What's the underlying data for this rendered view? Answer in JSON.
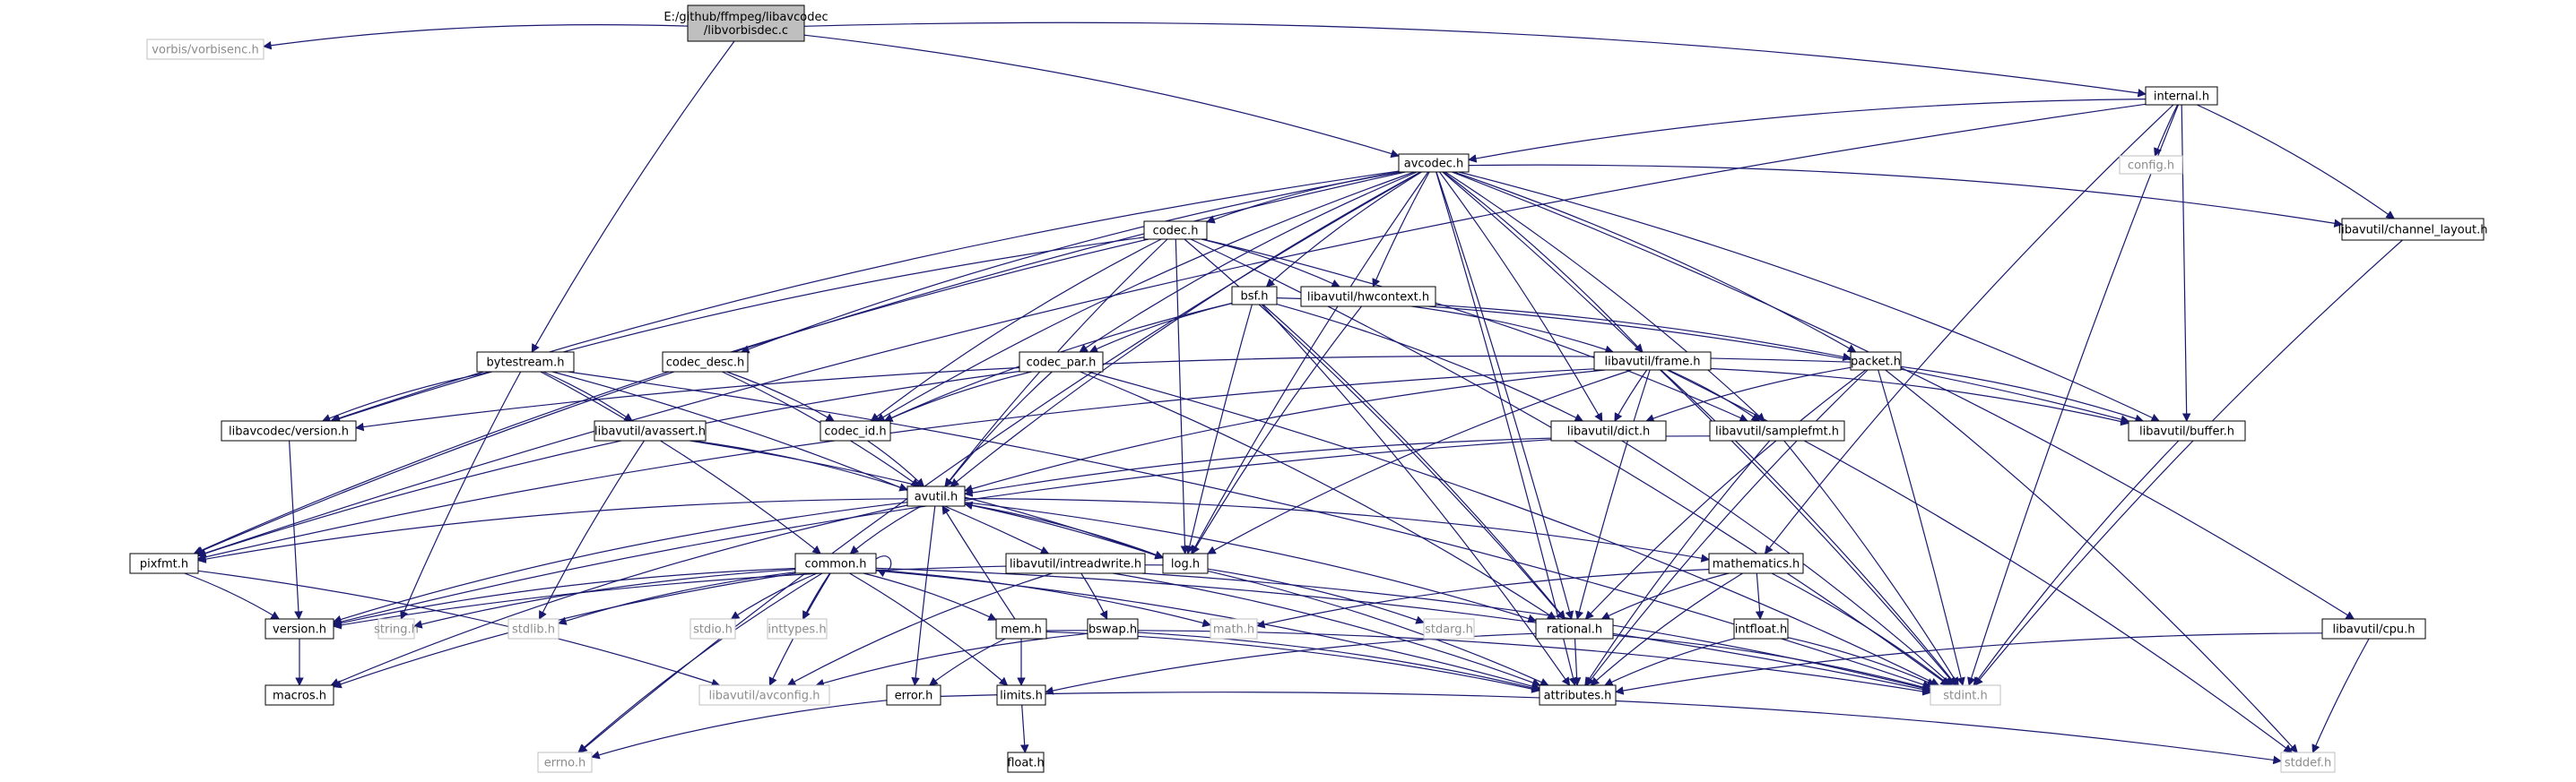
{
  "graph": {
    "colors": {
      "edge": "#191970",
      "border": "#000000",
      "external_border": "#bfbfbf",
      "root_fill": "#bfbfbf"
    },
    "nodes": [
      {
        "id": "root",
        "lines": [
          "E:/github/ffmpeg/libavcodec",
          "/libvorbisdec.c"
        ],
        "kind": "root"
      },
      {
        "id": "vorbisenc",
        "lines": [
          "vorbis/vorbisenc.h"
        ],
        "kind": "external"
      },
      {
        "id": "internal",
        "lines": [
          "internal.h"
        ],
        "kind": "local"
      },
      {
        "id": "config",
        "lines": [
          "config.h"
        ],
        "kind": "external"
      },
      {
        "id": "avcodec",
        "lines": [
          "avcodec.h"
        ],
        "kind": "local"
      },
      {
        "id": "codec",
        "lines": [
          "codec.h"
        ],
        "kind": "local"
      },
      {
        "id": "channel_layout",
        "lines": [
          "libavutil/channel_layout.h"
        ],
        "kind": "local"
      },
      {
        "id": "bsf",
        "lines": [
          "bsf.h"
        ],
        "kind": "local"
      },
      {
        "id": "hwcontext",
        "lines": [
          "libavutil/hwcontext.h"
        ],
        "kind": "local"
      },
      {
        "id": "bytestream",
        "lines": [
          "bytestream.h"
        ],
        "kind": "local"
      },
      {
        "id": "codec_desc",
        "lines": [
          "codec_desc.h"
        ],
        "kind": "local"
      },
      {
        "id": "codec_par",
        "lines": [
          "codec_par.h"
        ],
        "kind": "local"
      },
      {
        "id": "frame",
        "lines": [
          "libavutil/frame.h"
        ],
        "kind": "local"
      },
      {
        "id": "packet",
        "lines": [
          "packet.h"
        ],
        "kind": "local"
      },
      {
        "id": "lavc_version",
        "lines": [
          "libavcodec/version.h"
        ],
        "kind": "local"
      },
      {
        "id": "avassert",
        "lines": [
          "libavutil/avassert.h"
        ],
        "kind": "local"
      },
      {
        "id": "codec_id",
        "lines": [
          "codec_id.h"
        ],
        "kind": "local"
      },
      {
        "id": "dict",
        "lines": [
          "libavutil/dict.h"
        ],
        "kind": "local"
      },
      {
        "id": "samplefmt",
        "lines": [
          "libavutil/samplefmt.h"
        ],
        "kind": "local"
      },
      {
        "id": "buffer",
        "lines": [
          "libavutil/buffer.h"
        ],
        "kind": "local"
      },
      {
        "id": "avutil",
        "lines": [
          "avutil.h"
        ],
        "kind": "local"
      },
      {
        "id": "pixfmt",
        "lines": [
          "pixfmt.h"
        ],
        "kind": "local"
      },
      {
        "id": "common",
        "lines": [
          "common.h"
        ],
        "kind": "local"
      },
      {
        "id": "intreadwrite",
        "lines": [
          "libavutil/intreadwrite.h"
        ],
        "kind": "local"
      },
      {
        "id": "log",
        "lines": [
          "log.h"
        ],
        "kind": "local"
      },
      {
        "id": "mathematics",
        "lines": [
          "mathematics.h"
        ],
        "kind": "local"
      },
      {
        "id": "version",
        "lines": [
          "version.h"
        ],
        "kind": "local"
      },
      {
        "id": "string",
        "lines": [
          "string.h"
        ],
        "kind": "external"
      },
      {
        "id": "stdlib",
        "lines": [
          "stdlib.h"
        ],
        "kind": "external"
      },
      {
        "id": "stdio",
        "lines": [
          "stdio.h"
        ],
        "kind": "external"
      },
      {
        "id": "inttypes",
        "lines": [
          "inttypes.h"
        ],
        "kind": "external"
      },
      {
        "id": "math",
        "lines": [
          "math.h"
        ],
        "kind": "external"
      },
      {
        "id": "mem",
        "lines": [
          "mem.h"
        ],
        "kind": "local"
      },
      {
        "id": "bswap",
        "lines": [
          "bswap.h"
        ],
        "kind": "local"
      },
      {
        "id": "stdarg",
        "lines": [
          "stdarg.h"
        ],
        "kind": "external"
      },
      {
        "id": "rational",
        "lines": [
          "rational.h"
        ],
        "kind": "local"
      },
      {
        "id": "intfloat",
        "lines": [
          "intfloat.h"
        ],
        "kind": "local"
      },
      {
        "id": "cpu",
        "lines": [
          "libavutil/cpu.h"
        ],
        "kind": "local"
      },
      {
        "id": "macros",
        "lines": [
          "macros.h"
        ],
        "kind": "local"
      },
      {
        "id": "avconfig",
        "lines": [
          "libavutil/avconfig.h"
        ],
        "kind": "external"
      },
      {
        "id": "error",
        "lines": [
          "error.h"
        ],
        "kind": "local"
      },
      {
        "id": "limits",
        "lines": [
          "limits.h"
        ],
        "kind": "local"
      },
      {
        "id": "attributes",
        "lines": [
          "attributes.h"
        ],
        "kind": "local"
      },
      {
        "id": "stdint",
        "lines": [
          "stdint.h"
        ],
        "kind": "external"
      },
      {
        "id": "errno",
        "lines": [
          "errno.h"
        ],
        "kind": "external"
      },
      {
        "id": "stddef",
        "lines": [
          "stddef.h"
        ],
        "kind": "external"
      },
      {
        "id": "float",
        "lines": [
          "float.h"
        ],
        "kind": "local"
      }
    ],
    "edges": [
      [
        "root",
        "vorbisenc"
      ],
      [
        "root",
        "internal"
      ],
      [
        "root",
        "avcodec"
      ],
      [
        "root",
        "bytestream"
      ],
      [
        "internal",
        "config"
      ],
      [
        "internal",
        "avcodec"
      ],
      [
        "internal",
        "channel_layout"
      ],
      [
        "internal",
        "buffer"
      ],
      [
        "internal",
        "mathematics"
      ],
      [
        "internal",
        "pixfmt"
      ],
      [
        "internal",
        "stdint"
      ],
      [
        "avcodec",
        "codec"
      ],
      [
        "avcodec",
        "bsf"
      ],
      [
        "avcodec",
        "hwcontext"
      ],
      [
        "avcodec",
        "codec_desc"
      ],
      [
        "avcodec",
        "codec_par"
      ],
      [
        "avcodec",
        "frame"
      ],
      [
        "avcodec",
        "packet"
      ],
      [
        "avcodec",
        "lavc_version"
      ],
      [
        "avcodec",
        "codec_id"
      ],
      [
        "avcodec",
        "dict"
      ],
      [
        "avcodec",
        "samplefmt"
      ],
      [
        "avcodec",
        "buffer"
      ],
      [
        "avcodec",
        "avutil"
      ],
      [
        "avcodec",
        "pixfmt"
      ],
      [
        "avcodec",
        "log"
      ],
      [
        "avcodec",
        "rational"
      ],
      [
        "avcodec",
        "attributes"
      ],
      [
        "avcodec",
        "channel_layout"
      ],
      [
        "avcodec",
        "cpu"
      ],
      [
        "avcodec",
        "errno"
      ],
      [
        "avcodec",
        "stdint"
      ],
      [
        "codec",
        "hwcontext"
      ],
      [
        "codec",
        "lavc_version"
      ],
      [
        "codec",
        "codec_id"
      ],
      [
        "codec",
        "avutil"
      ],
      [
        "codec",
        "pixfmt"
      ],
      [
        "codec",
        "log"
      ],
      [
        "codec",
        "rational"
      ],
      [
        "codec",
        "samplefmt"
      ],
      [
        "codec",
        "stdint"
      ],
      [
        "bsf",
        "codec_id"
      ],
      [
        "bsf",
        "codec_par"
      ],
      [
        "bsf",
        "packet"
      ],
      [
        "bsf",
        "dict"
      ],
      [
        "bsf",
        "log"
      ],
      [
        "bsf",
        "rational"
      ],
      [
        "bsf",
        "attributes"
      ],
      [
        "hwcontext",
        "frame"
      ],
      [
        "hwcontext",
        "buffer"
      ],
      [
        "hwcontext",
        "log"
      ],
      [
        "codec_desc",
        "codec_id"
      ],
      [
        "codec_desc",
        "avutil"
      ],
      [
        "codec_par",
        "codec_id"
      ],
      [
        "codec_par",
        "avutil"
      ],
      [
        "codec_par",
        "pixfmt"
      ],
      [
        "codec_par",
        "rational"
      ],
      [
        "codec_par",
        "stdint"
      ],
      [
        "frame",
        "avutil"
      ],
      [
        "frame",
        "buffer"
      ],
      [
        "frame",
        "dict"
      ],
      [
        "frame",
        "samplefmt"
      ],
      [
        "frame",
        "rational"
      ],
      [
        "frame",
        "pixfmt"
      ],
      [
        "frame",
        "stdint"
      ],
      [
        "frame",
        "stddef"
      ],
      [
        "frame",
        "log"
      ],
      [
        "packet",
        "buffer"
      ],
      [
        "packet",
        "dict"
      ],
      [
        "packet",
        "rational"
      ],
      [
        "packet",
        "attributes"
      ],
      [
        "packet",
        "stdint"
      ],
      [
        "packet",
        "stddef"
      ],
      [
        "packet",
        "lavc_version"
      ],
      [
        "bytestream",
        "lavc_version"
      ],
      [
        "bytestream",
        "avassert"
      ],
      [
        "bytestream",
        "common"
      ],
      [
        "bytestream",
        "intreadwrite"
      ],
      [
        "bytestream",
        "string"
      ],
      [
        "bytestream",
        "stdint"
      ],
      [
        "lavc_version",
        "version"
      ],
      [
        "avassert",
        "avutil"
      ],
      [
        "avassert",
        "log"
      ],
      [
        "avassert",
        "stdlib"
      ],
      [
        "codec_id",
        "avutil"
      ],
      [
        "dict",
        "stdint"
      ],
      [
        "dict",
        "version"
      ],
      [
        "samplefmt",
        "avutil"
      ],
      [
        "samplefmt",
        "attributes"
      ],
      [
        "samplefmt",
        "stdint"
      ],
      [
        "buffer",
        "stdint"
      ],
      [
        "avutil",
        "common"
      ],
      [
        "avutil",
        "error"
      ],
      [
        "avutil",
        "version"
      ],
      [
        "avutil",
        "mathematics"
      ],
      [
        "avutil",
        "rational"
      ],
      [
        "avutil",
        "log"
      ],
      [
        "avutil",
        "pixfmt"
      ],
      [
        "avutil",
        "macros"
      ],
      [
        "pixfmt",
        "version"
      ],
      [
        "pixfmt",
        "avconfig"
      ],
      [
        "common",
        "common"
      ],
      [
        "common",
        "attributes"
      ],
      [
        "common",
        "macros"
      ],
      [
        "common",
        "version"
      ],
      [
        "common",
        "avconfig"
      ],
      [
        "common",
        "errno"
      ],
      [
        "common",
        "inttypes"
      ],
      [
        "common",
        "limits"
      ],
      [
        "common",
        "math"
      ],
      [
        "common",
        "stdint"
      ],
      [
        "common",
        "stdio"
      ],
      [
        "common",
        "stdlib"
      ],
      [
        "common",
        "string"
      ],
      [
        "common",
        "mem"
      ],
      [
        "intreadwrite",
        "avconfig"
      ],
      [
        "intreadwrite",
        "attributes"
      ],
      [
        "intreadwrite",
        "bswap"
      ],
      [
        "intreadwrite",
        "stdint"
      ],
      [
        "log",
        "avutil"
      ],
      [
        "log",
        "attributes"
      ],
      [
        "log",
        "version"
      ],
      [
        "log",
        "stdarg"
      ],
      [
        "mathematics",
        "math"
      ],
      [
        "mathematics",
        "rational"
      ],
      [
        "mathematics",
        "intfloat"
      ],
      [
        "mathematics",
        "attributes"
      ],
      [
        "mathematics",
        "stdint"
      ],
      [
        "version",
        "macros"
      ],
      [
        "mem",
        "error"
      ],
      [
        "mem",
        "limits"
      ],
      [
        "mem",
        "attributes"
      ],
      [
        "mem",
        "avutil"
      ],
      [
        "mem",
        "stdint"
      ],
      [
        "bswap",
        "avconfig"
      ],
      [
        "bswap",
        "attributes"
      ],
      [
        "rational",
        "attributes"
      ],
      [
        "rational",
        "limits"
      ],
      [
        "rational",
        "stdint"
      ],
      [
        "intfloat",
        "attributes"
      ],
      [
        "intfloat",
        "stdint"
      ],
      [
        "cpu",
        "attributes"
      ],
      [
        "cpu",
        "stddef"
      ],
      [
        "channel_layout",
        "stdint"
      ],
      [
        "error",
        "errno"
      ],
      [
        "error",
        "stddef"
      ],
      [
        "limits",
        "float"
      ]
    ]
  }
}
